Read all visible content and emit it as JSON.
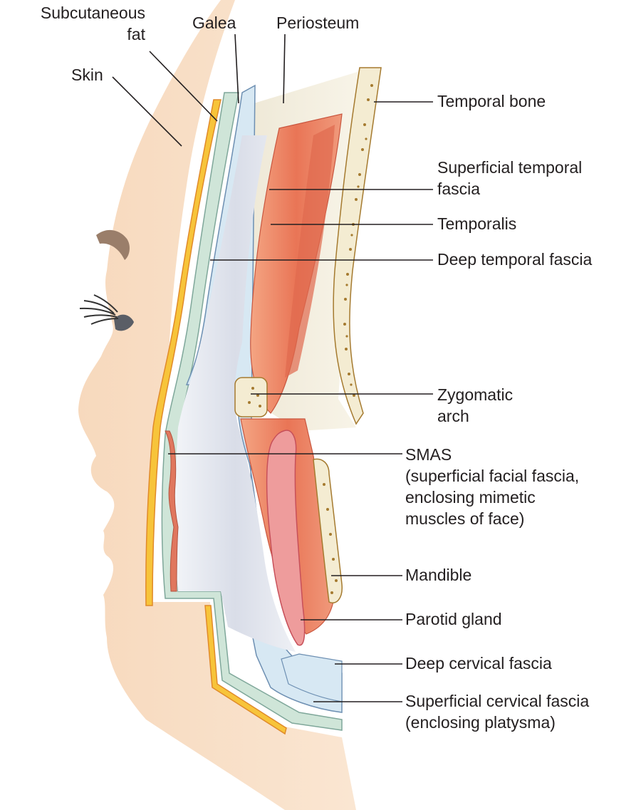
{
  "labels": {
    "subcutaneous_fat": [
      "Subcutaneous",
      "fat"
    ],
    "galea": "Galea",
    "periosteum": "Periosteum",
    "skin": "Skin",
    "temporal_bone": "Temporal bone",
    "superficial_temporal_fascia": [
      "Superficial temporal",
      "fascia"
    ],
    "temporalis": "Temporalis",
    "deep_temporal_fascia": "Deep temporal fascia",
    "zygomatic_arch": [
      "Zygomatic",
      "arch"
    ],
    "smas": [
      "SMAS",
      "(superficial facial fascia,",
      "enclosing mimetic",
      "muscles of face)"
    ],
    "mandible": "Mandible",
    "parotid_gland": "Parotid gland",
    "deep_cervical_fascia": "Deep cervical fascia",
    "superficial_cervical_fascia": [
      "Superficial cervical fascia",
      "(enclosing platysma)"
    ]
  },
  "colors": {
    "skin": "#f8ddc3",
    "skin_shadow": "#efc7a6",
    "subcutaneous_fat": "#f7c43a",
    "galea": "#cfe5d8",
    "periosteum": "#d7e8f3",
    "aponeurosis": "#e4e7ee",
    "muscle": "#ef8f6e",
    "muscle_dark": "#d9604a",
    "parotid": "#ee9c9c",
    "bone": "#f4ecd2",
    "bone_dot": "#a57a2f",
    "leader_line": "#231f20"
  }
}
